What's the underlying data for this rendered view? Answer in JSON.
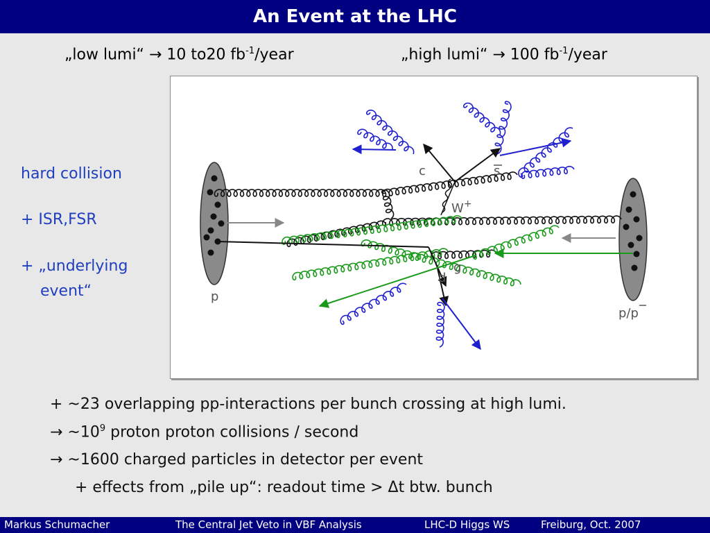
{
  "title": "An Event at the LHC",
  "lumi_line": {
    "low_prefix": "„low  lumi“  → 10 to20  fb",
    "low_sup": "-1",
    "low_suffix": "/year",
    "high_prefix": "„high lumi“ → 100 fb",
    "high_sup": "-1",
    "high_suffix": "/year"
  },
  "diagram": {
    "proton_left": "p",
    "proton_right": "p/p",
    "quark_c": "c",
    "quark_sbar": "s",
    "boson": "W",
    "boson_sup": "+",
    "quark_d": "d",
    "gluon_g": "g"
  },
  "side_labels": [
    "hard collision",
    "+ ISR,FSR",
    "+ „underlying",
    "event“"
  ],
  "bullets": {
    "b1": "+  ~23 overlapping pp-interactions per bunch crossing at high lumi.",
    "b2_prefix": "→  ~10",
    "b2_sup": "9",
    "b2_suffix": " proton proton collisions / second",
    "b3": "→ ~1600 charged particles in detector per event",
    "b4": "+ effects from „pile up“: readout time > Δt btw. bunch"
  },
  "footer": {
    "author": "Markus  Schumacher",
    "talk": "The Central Jet Veto in VBF Analysis",
    "workshop": "LHC-D Higgs WS",
    "place_date": "Freiburg, Oct. 2007"
  },
  "colors": {
    "title_bg": "#000080",
    "isr_fsr": "#1f1fcf",
    "underlying": "#1a9a1a",
    "hard": "#111111"
  }
}
